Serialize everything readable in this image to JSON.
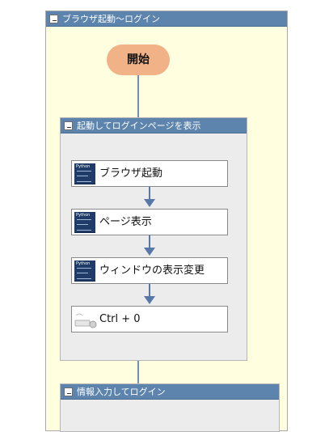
{
  "flow_group": {
    "title": "ブラウザ起動～ログイン",
    "start_label": "開始",
    "sub_group_1": {
      "title": "起動してログインページを表示",
      "actions": [
        {
          "label": "ブラウザ起動",
          "icon": "python-script-icon",
          "icon_text": "Python"
        },
        {
          "label": "ページ表示",
          "icon": "python-script-icon",
          "icon_text": "Python"
        },
        {
          "label": "ウィンドウの表示変更",
          "icon": "python-script-icon",
          "icon_text": "Python"
        },
        {
          "label": "Ctrl + 0",
          "icon": "keyboard-mouse-icon"
        }
      ]
    },
    "sub_group_2": {
      "title": "情報入力してログイン"
    }
  },
  "colors": {
    "group_header": "#5c84ad",
    "flow_background": "#ffffe0",
    "start_node": "#f0b286",
    "arrow": "#5778a8",
    "python_icon": "#1f3c68"
  }
}
